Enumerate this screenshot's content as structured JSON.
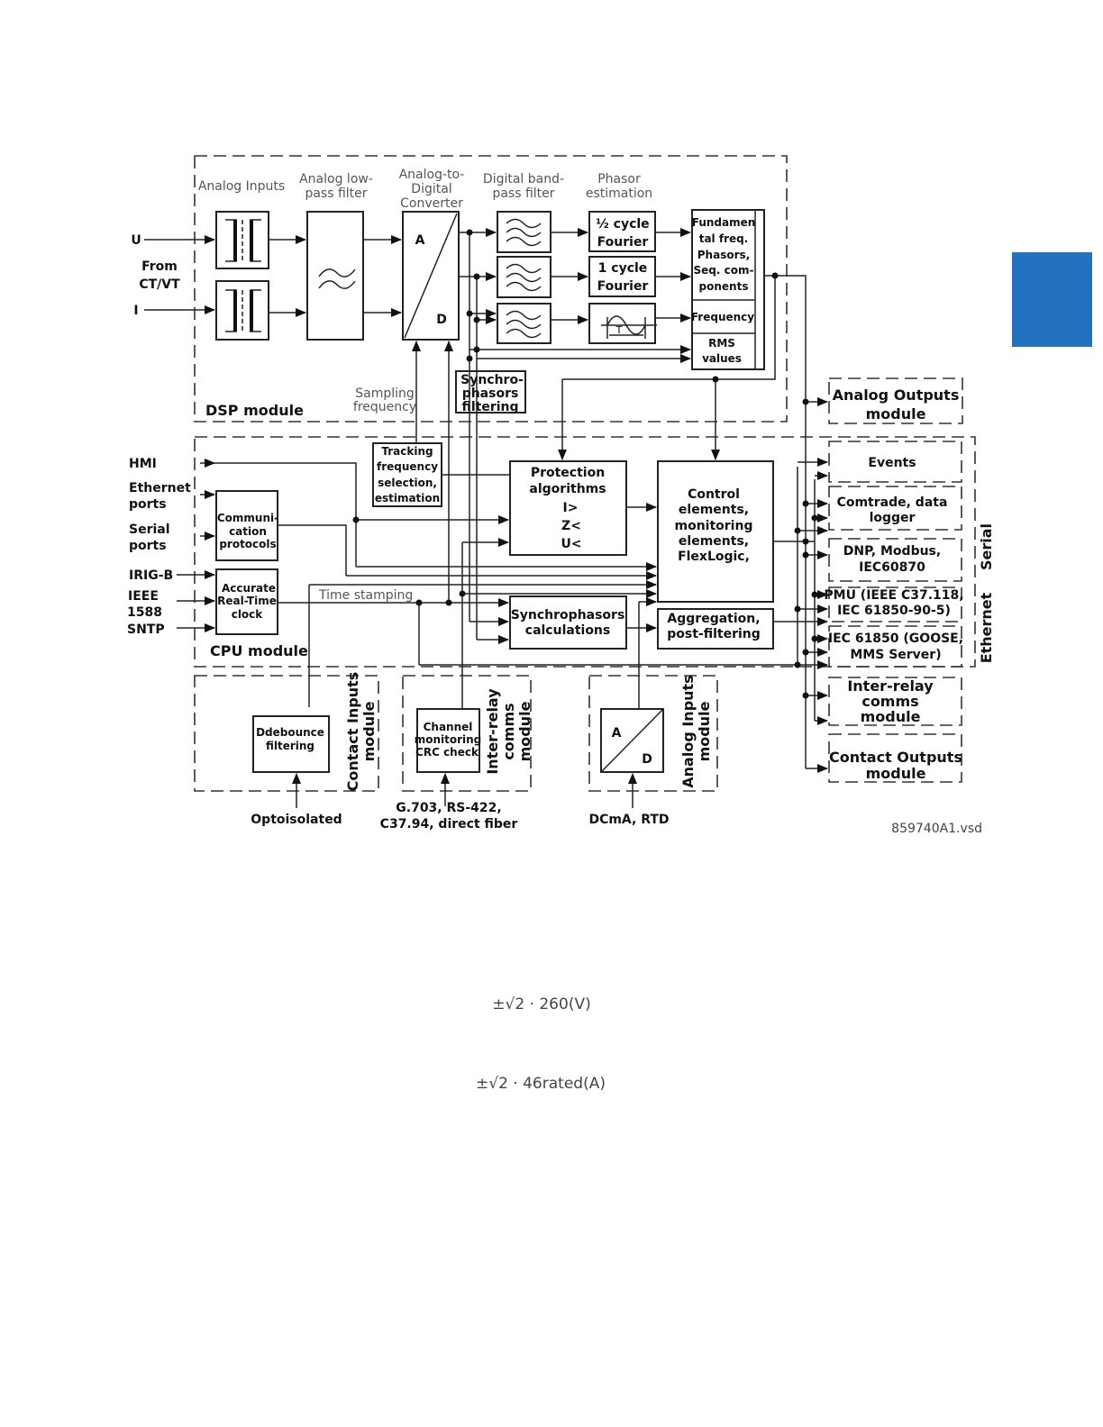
{
  "page": {
    "tab_color": "#2471bf",
    "file_label": "859740A1.vsd"
  },
  "modules": {
    "dsp": "DSP module",
    "cpu": "CPU module",
    "contact_inputs": [
      "Contact Inputs",
      "module"
    ],
    "inter_relay": [
      "Inter-relay",
      "comms",
      "module"
    ],
    "analog_inputs": [
      "Analog Inputs",
      "module"
    ]
  },
  "headers": {
    "analog_inputs": [
      "Analog Inputs"
    ],
    "lowpass": [
      "Analog low-",
      "pass filter"
    ],
    "adc": [
      "Analog-to-",
      "Digital",
      "Converter"
    ],
    "bandpass": [
      "Digital band-",
      "pass filter"
    ],
    "phasor": [
      "Phasor",
      "estimation"
    ],
    "sampling": [
      "Sampling",
      "frequency"
    ]
  },
  "inputs": {
    "u": "U",
    "i": "I",
    "from": [
      "From",
      "CT/VT"
    ],
    "hmi": "HMI",
    "ethernet": [
      "Ethernet",
      "ports"
    ],
    "serial": [
      "Serial",
      "ports"
    ],
    "irig": "IRIG-B",
    "ieee": [
      "IEEE",
      "1588"
    ],
    "sntp": "SNTP",
    "optoisolated": "Optoisolated",
    "g703": [
      "G.703, RS-422,",
      "C37.94, direct fiber"
    ],
    "dcma": "DCmA, RTD"
  },
  "blocks": {
    "adc_a": "A",
    "adc_d": "D",
    "half_cycle": [
      "½ cycle",
      "Fourier"
    ],
    "one_cycle": [
      "1 cycle",
      "Fourier"
    ],
    "period": "T",
    "fundamental": [
      "Fundamen",
      "tal freq.",
      "Phasors,",
      "Seq. com-",
      "ponents"
    ],
    "frequency": "Frequency",
    "rms": [
      "RMS",
      "values"
    ],
    "synchro_filter": [
      "Synchro-",
      "phasors",
      "filtering"
    ],
    "tracking": [
      "Tracking",
      "frequency",
      "selection,",
      "estimation"
    ],
    "protection": [
      "Protection",
      "algorithms",
      "I>",
      "Z<",
      "U<"
    ],
    "control": [
      "Control",
      "elements,",
      "monitoring",
      "elements,",
      "FlexLogic,"
    ],
    "synch_calc": [
      "Synchrophasors",
      "calculations"
    ],
    "aggregation": [
      "Aggregation,",
      "post-filtering"
    ],
    "comm": [
      "Communi-",
      "cation",
      "protocols"
    ],
    "clock": [
      "Accurate",
      "Real-Time",
      "clock"
    ],
    "time_stamping": "Time stamping",
    "debounce": [
      "Ddebounce",
      "filtering"
    ],
    "channel": [
      "Channel",
      "monitoring",
      "CRC check"
    ],
    "ai_a": "A",
    "ai_d": "D"
  },
  "outputs": {
    "analog_outputs": [
      "Analog Outputs",
      "module"
    ],
    "events": [
      "Events"
    ],
    "comtrade": [
      "Comtrade, data",
      "logger"
    ],
    "dnp": [
      "DNP, Modbus,",
      "IEC60870"
    ],
    "pmu": [
      "PMU (IEEE C37.118,",
      "IEC 61850-90-5)"
    ],
    "iec61850": [
      "IEC 61850 (GOOSE,",
      "MMS Server)"
    ],
    "inter_relay": [
      "Inter-relay",
      "comms",
      "module"
    ],
    "contact_outputs": [
      "Contact Outputs",
      "module"
    ],
    "serial_group": "Serial",
    "ethernet_group": "Ethernet"
  },
  "formulas": {
    "voltage": "±√2 · 260(V)",
    "current": "±√2 · 46rated(A)"
  }
}
